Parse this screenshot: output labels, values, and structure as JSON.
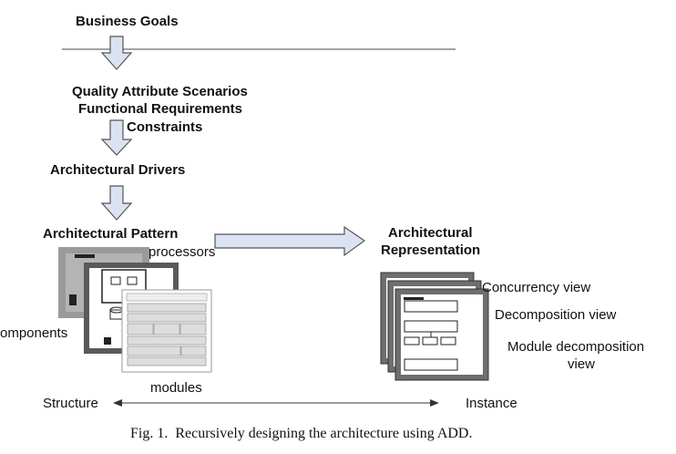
{
  "steps": {
    "business_goals": "Business Goals",
    "qa_scenarios": "Quality Attribute Scenarios",
    "functional_requirements": "Functional Requirements",
    "constraints": "Constraints",
    "architectural_drivers": "Architectural Drivers",
    "architectural_pattern": "Architectural Pattern",
    "architectural_representation": [
      "Architectural",
      "Representation"
    ]
  },
  "pattern_labels": {
    "processors": "processors",
    "components": "omponents",
    "modules": "modules"
  },
  "representation_views": {
    "concurrency": "Concurrency view",
    "decomposition": "Decomposition view",
    "module_decomposition": [
      "Module decomposition",
      "view"
    ]
  },
  "axis": {
    "left": "Structure",
    "right": "Instance"
  },
  "caption": "Fig. 1.  Recursively designing the architecture using ADD.",
  "colors": {
    "arrow_fill": "#dbe3f3",
    "arrow_stroke": "#555555"
  }
}
